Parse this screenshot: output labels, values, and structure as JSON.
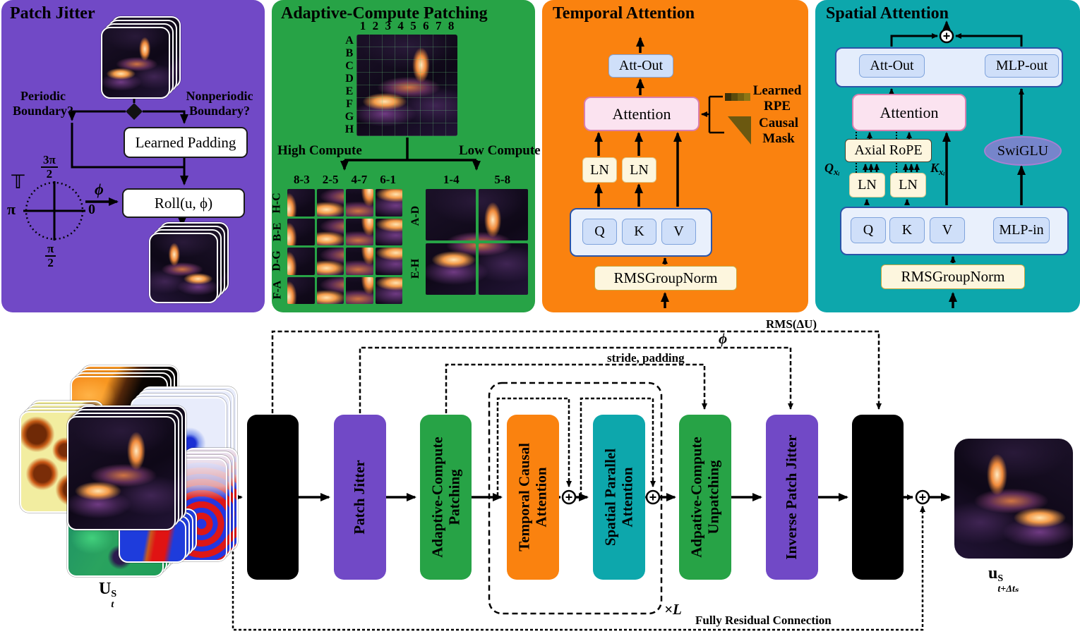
{
  "colors": {
    "purple": "#7149c6",
    "green": "#27a346",
    "orange": "#fa820f",
    "teal": "#0da7ac",
    "black": "#000000"
  },
  "panels": {
    "patch_jitter": {
      "title": "Patch Jitter",
      "periodic_line1": "Periodic",
      "periodic_line2": "Boundary?",
      "nonperiodic_line1": "Nonperiodic",
      "nonperiodic_line2": "Boundary?",
      "learned_padding": "Learned Padding",
      "roll": "Roll(u, ϕ)",
      "phi": "ϕ",
      "torus": "𝕋",
      "pi": "π",
      "zero": "0",
      "frac_top_num": "3π",
      "frac_top_den": "2",
      "frac_bottom_num": "π",
      "frac_bottom_den": "2"
    },
    "adaptive_patching": {
      "title": "Adaptive-Compute Patching",
      "col_labels": [
        "1",
        "2",
        "3",
        "4",
        "5",
        "6",
        "7",
        "8"
      ],
      "row_labels": [
        "A",
        "B",
        "C",
        "D",
        "E",
        "F",
        "G",
        "H"
      ],
      "high_compute": "High Compute",
      "low_compute": "Low Compute",
      "high_col_labels": [
        "8-3",
        "2-5",
        "4-7",
        "6-1"
      ],
      "high_row_labels": [
        "H-C",
        "B-E",
        "D-G",
        "F-A"
      ],
      "low_col_labels": [
        "1-4",
        "5-8"
      ],
      "low_row_labels": [
        "A-D",
        "E-H"
      ]
    },
    "temporal_attention": {
      "title": "Temporal Attention",
      "att_out": "Att-Out",
      "attention": "Attention",
      "learned_rpe_line1": "Learned",
      "learned_rpe_line2": "RPE",
      "causal_mask_line1": "Causal",
      "causal_mask_line2": "Mask",
      "ln": "LN",
      "q": "Q",
      "k": "K",
      "v": "V",
      "rms_group_norm": "RMSGroupNorm"
    },
    "spatial_attention": {
      "title": "Spatial Attention",
      "att_out": "Att-Out",
      "mlp_out": "MLP-out",
      "attention": "Attention",
      "axial_rope": "Axial RoPE",
      "q_rope_base": "Q",
      "k_rope_base": "K",
      "rope_sub": "xᵢ",
      "ln": "LN",
      "swiglu": "SwiGLU",
      "q": "Q",
      "k": "K",
      "v": "V",
      "mlp_in": "MLP-in",
      "rms_group_norm": "RMSGroupNorm"
    }
  },
  "pipeline": {
    "input_label": {
      "base": "U",
      "sup": "S",
      "sub": "t"
    },
    "output_label": {
      "base": "u",
      "sup": "S",
      "sub": "t+Δtₛ"
    },
    "stages": [
      {
        "label": "",
        "color": "black"
      },
      {
        "label": "Patch Jitter",
        "color": "purple"
      },
      {
        "label": "Adaptive-Compute Patching",
        "color": "green"
      },
      {
        "label": "Temporal Causal Attention",
        "color": "orange"
      },
      {
        "label": "Spatial Parallel Attention",
        "color": "teal"
      },
      {
        "label": "Adpative-Compute Unpatching",
        "color": "green"
      },
      {
        "label": "Inverse Patch Jitter",
        "color": "purple"
      },
      {
        "label": "",
        "color": "black"
      }
    ],
    "annotations": {
      "rms": "RMS(ΔU)",
      "phi": "ϕ",
      "stride_padding": "stride, padding",
      "residual": "Fully Residual Connection",
      "loop": "×L"
    }
  }
}
